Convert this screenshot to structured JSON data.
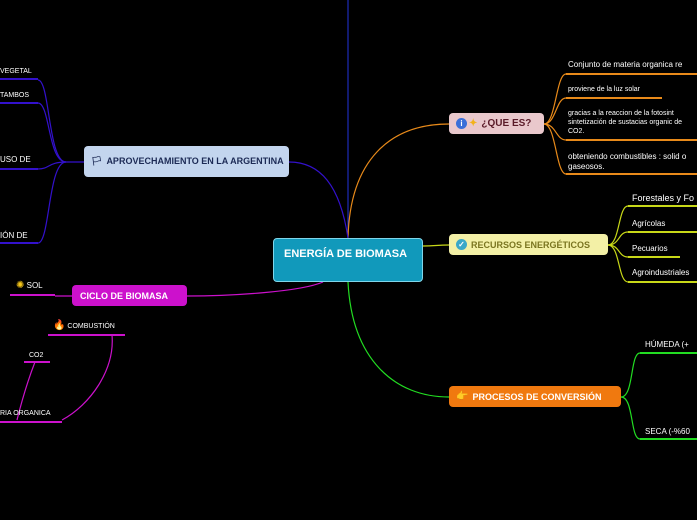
{
  "central": {
    "label": "ENERGÍA DE BIOMASA"
  },
  "topics": {
    "que_es": {
      "label": "¿QUE ES?",
      "icon": "info-icon",
      "color": "#e88a1a",
      "items": [
        "Conjunto de materia organica re",
        "proviene de la luz solar",
        "gracias a la reaccion de la fotosint sintetización  de sustacias organic de CO2.",
        "obteniendo combustibles : solid o gaseosos."
      ]
    },
    "recursos": {
      "label": "RECURSOS ENERGÉTICOS",
      "icon": "check-icon",
      "color": "#c8d818",
      "items": [
        "Forestales y Fo",
        "Agrícolas",
        "Pecuarios",
        "Agroindustriales"
      ]
    },
    "procesos": {
      "label": "PROCESOS DE CONVERSIÓN",
      "icon": "pointing-hand-icon",
      "color": "#22dd22",
      "items": [
        "HÚMEDA (+",
        "SECA (-%60"
      ]
    },
    "aprovechamiento": {
      "label": "APROVECHAMIENTO EN LA ARGENTINA",
      "icon": "flag-icon",
      "color": "#3311cc",
      "items": [
        "VEGETAL",
        "TAMBOS",
        "USO DE",
        "IÓN DE"
      ]
    },
    "ciclo": {
      "label": "CICLO DE BIOMASA",
      "color": "#cc11cc",
      "items": [
        "SOL",
        "COMBUSTIÓN",
        "CO2",
        "RIA ORGANICA"
      ]
    }
  }
}
